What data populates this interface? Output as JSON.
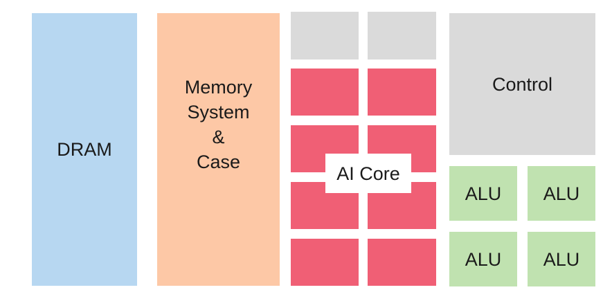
{
  "diagram": {
    "title": "",
    "blocks": {
      "dram": {
        "label": "DRAM",
        "color": "#b7d7f1"
      },
      "memory": {
        "label": "Memory\nSystem\n&\nCase",
        "color": "#fdc8a6"
      },
      "ai_core": {
        "label": "AI Core",
        "core_color": "#f05f75",
        "cache_color": "#dadada",
        "grid": {
          "columns": 2,
          "rows": 5,
          "top_row": "cache",
          "other_rows": "core"
        }
      },
      "control": {
        "label": "Control",
        "color": "#dadada"
      },
      "alus": {
        "color": "#c0e2b0",
        "items": [
          {
            "label": "ALU"
          },
          {
            "label": "ALU"
          },
          {
            "label": "ALU"
          },
          {
            "label": "ALU"
          }
        ]
      }
    }
  }
}
